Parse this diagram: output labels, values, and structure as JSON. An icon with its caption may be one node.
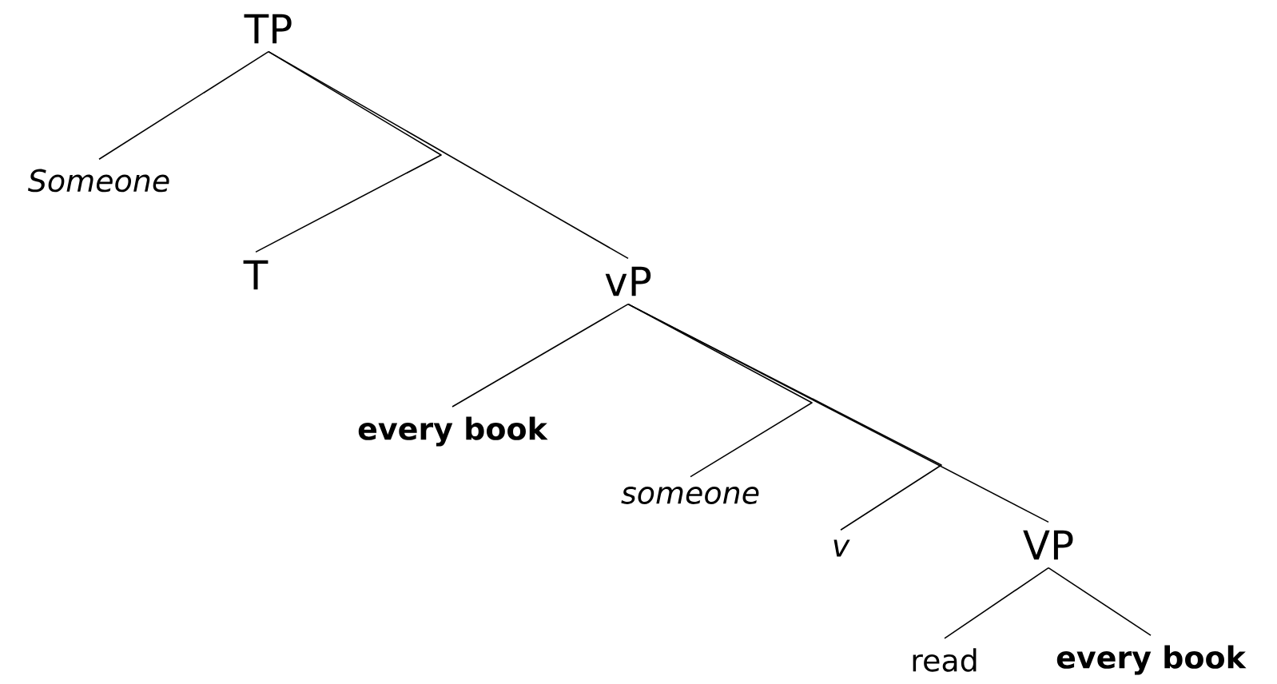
{
  "diagram": {
    "nodes": [
      {
        "text": [
          "TP"
        ]
      },
      {
        "text": [
          "Someone"
        ]
      },
      {
        "text": [
          "T"
        ]
      },
      {
        "text": [
          "vP"
        ]
      },
      {
        "text": [
          "every book"
        ]
      },
      {
        "text": [
          "someone"
        ]
      },
      {
        "text": [
          "v"
        ]
      },
      {
        "text": [
          "VP"
        ]
      },
      {
        "text": [
          "read"
        ]
      },
      {
        "text": [
          "every book"
        ]
      }
    ],
    "edges": [
      {
        "from": 0,
        "to": 1,
        "arrow": "none"
      },
      {
        "from": 0,
        "to": 2,
        "arrow": "none"
      },
      {
        "from": 0,
        "to": 3,
        "arrow": "none"
      },
      {
        "from": 3,
        "to": 4,
        "arrow": "none"
      },
      {
        "from": 3,
        "to": 5,
        "arrow": "none"
      },
      {
        "from": 3,
        "to": 6,
        "arrow": "none"
      },
      {
        "from": 3,
        "to": 7,
        "arrow": "none"
      },
      {
        "from": 7,
        "to": 8,
        "arrow": "none"
      },
      {
        "from": 7,
        "to": 9,
        "arrow": "none"
      }
    ]
  }
}
